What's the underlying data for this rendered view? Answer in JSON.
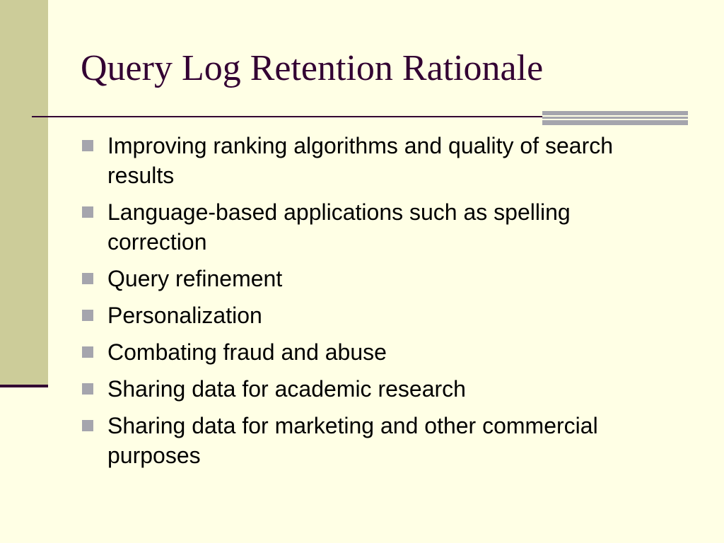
{
  "slide": {
    "title": "Query Log Retention Rationale",
    "bullets": [
      "Improving ranking algorithms and quality of search results",
      "Language-based applications such as spelling correction",
      "Query refinement",
      "Personalization",
      "Combating fraud and abuse",
      "Sharing data for academic research",
      "Sharing data for marketing and other commercial purposes"
    ],
    "bullet_icon": "square-bullet-icon"
  },
  "colors": {
    "background": "#FFFFE5",
    "side_band": "#CCCC99",
    "title_text": "#330033",
    "rule": "#330033",
    "accent_bar": "#A5A5AD",
    "bullet_marker": "#A5A5AD",
    "body_text": "#000000"
  }
}
